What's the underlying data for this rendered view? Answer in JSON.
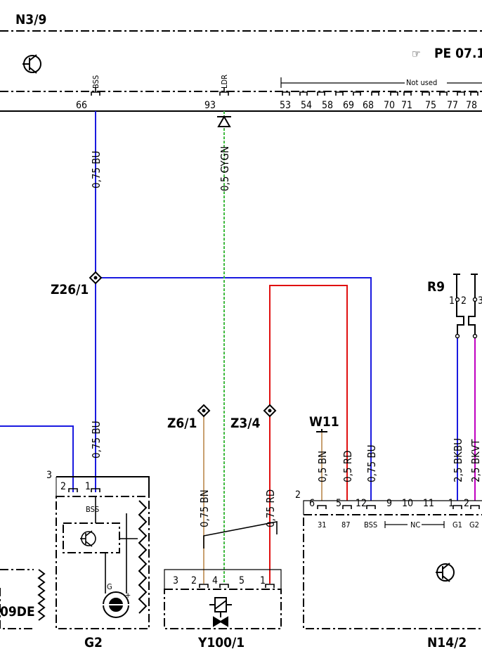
{
  "title": "N3/9",
  "ref": "PE 07.1",
  "not_used": "Not used",
  "pins_top": [
    "BSS",
    "LDR",
    "66",
    "93",
    "53",
    "54",
    "58",
    "69",
    "68",
    "70",
    "71",
    "75",
    "77",
    "78"
  ],
  "components": {
    "z26": "Z26/1",
    "r9": "R9",
    "z6": "Z6/1",
    "z3": "Z3/4",
    "w11": "W11",
    "g2": "G2",
    "y100": "Y100/1",
    "n14": "N14/2",
    "left_code": "09DE"
  },
  "wires": {
    "bu_top": "0,75 BU",
    "gygn": "0,5 GYGN",
    "bu_g2": "0,75 BU",
    "bn_y": "0,75 BN",
    "rd_y": "0,75 RD",
    "bn_n": "0,5 BN",
    "rd_n": "0,5 RD",
    "bu_n": "0,75 BU",
    "bkbu": "2,5 BKBU",
    "bkvt": "2,5 BKVT"
  },
  "g2_pins": {
    "three": "3",
    "two": "2",
    "one": "1",
    "bss": "BSS",
    "g": "G",
    "plus": "+"
  },
  "y_pins": {
    "three": "3",
    "two": "2",
    "four": "4",
    "five": "5",
    "one": "1"
  },
  "n_pins": {
    "two": "2",
    "nums": [
      "6",
      "5",
      "12",
      "9",
      "10",
      "11",
      "1",
      "2"
    ],
    "labels": [
      "31",
      "87",
      "BSS",
      "NC",
      "G1",
      "G2"
    ]
  },
  "r9_pins": {
    "one": "1",
    "two": "2",
    "three": "3"
  },
  "colors": {
    "blue": "#1a1ae0",
    "red": "#e01010",
    "green": "#2ec82e",
    "brown": "#c8a070",
    "magenta": "#c000c0"
  }
}
